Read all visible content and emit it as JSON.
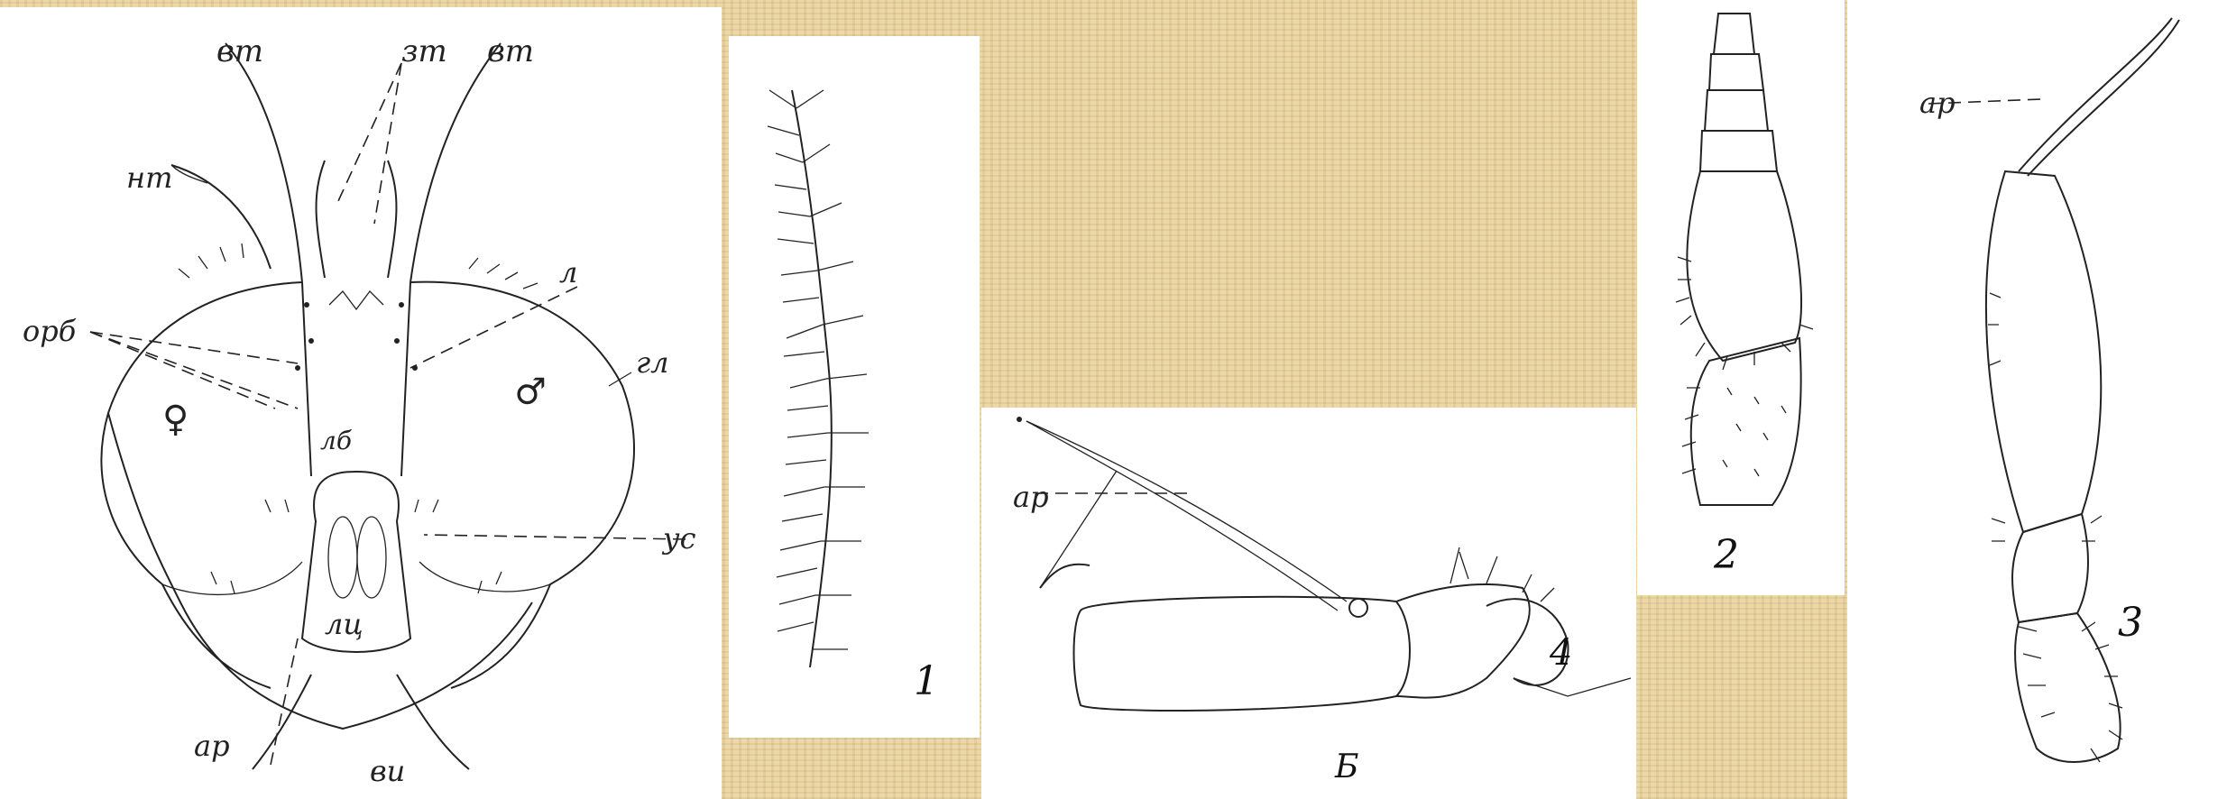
{
  "head_figure": {
    "labels": {
      "vt_left": "вт",
      "vt_right": "вт",
      "zt": "зт",
      "nt": "нт",
      "orb": "орб",
      "l": "л",
      "gl": "гл",
      "female": "♀",
      "male": "♂",
      "lb": "лб",
      "us": "ус",
      "lc": "лц",
      "ar": "ар",
      "vi": "ви"
    }
  },
  "antenna_1": {
    "number": "1"
  },
  "antenna_2": {
    "number": "2"
  },
  "antenna_3": {
    "number": "3",
    "ar_label": "ар"
  },
  "antenna_4": {
    "number": "4",
    "ar_label": "ар",
    "letter": "Б"
  }
}
